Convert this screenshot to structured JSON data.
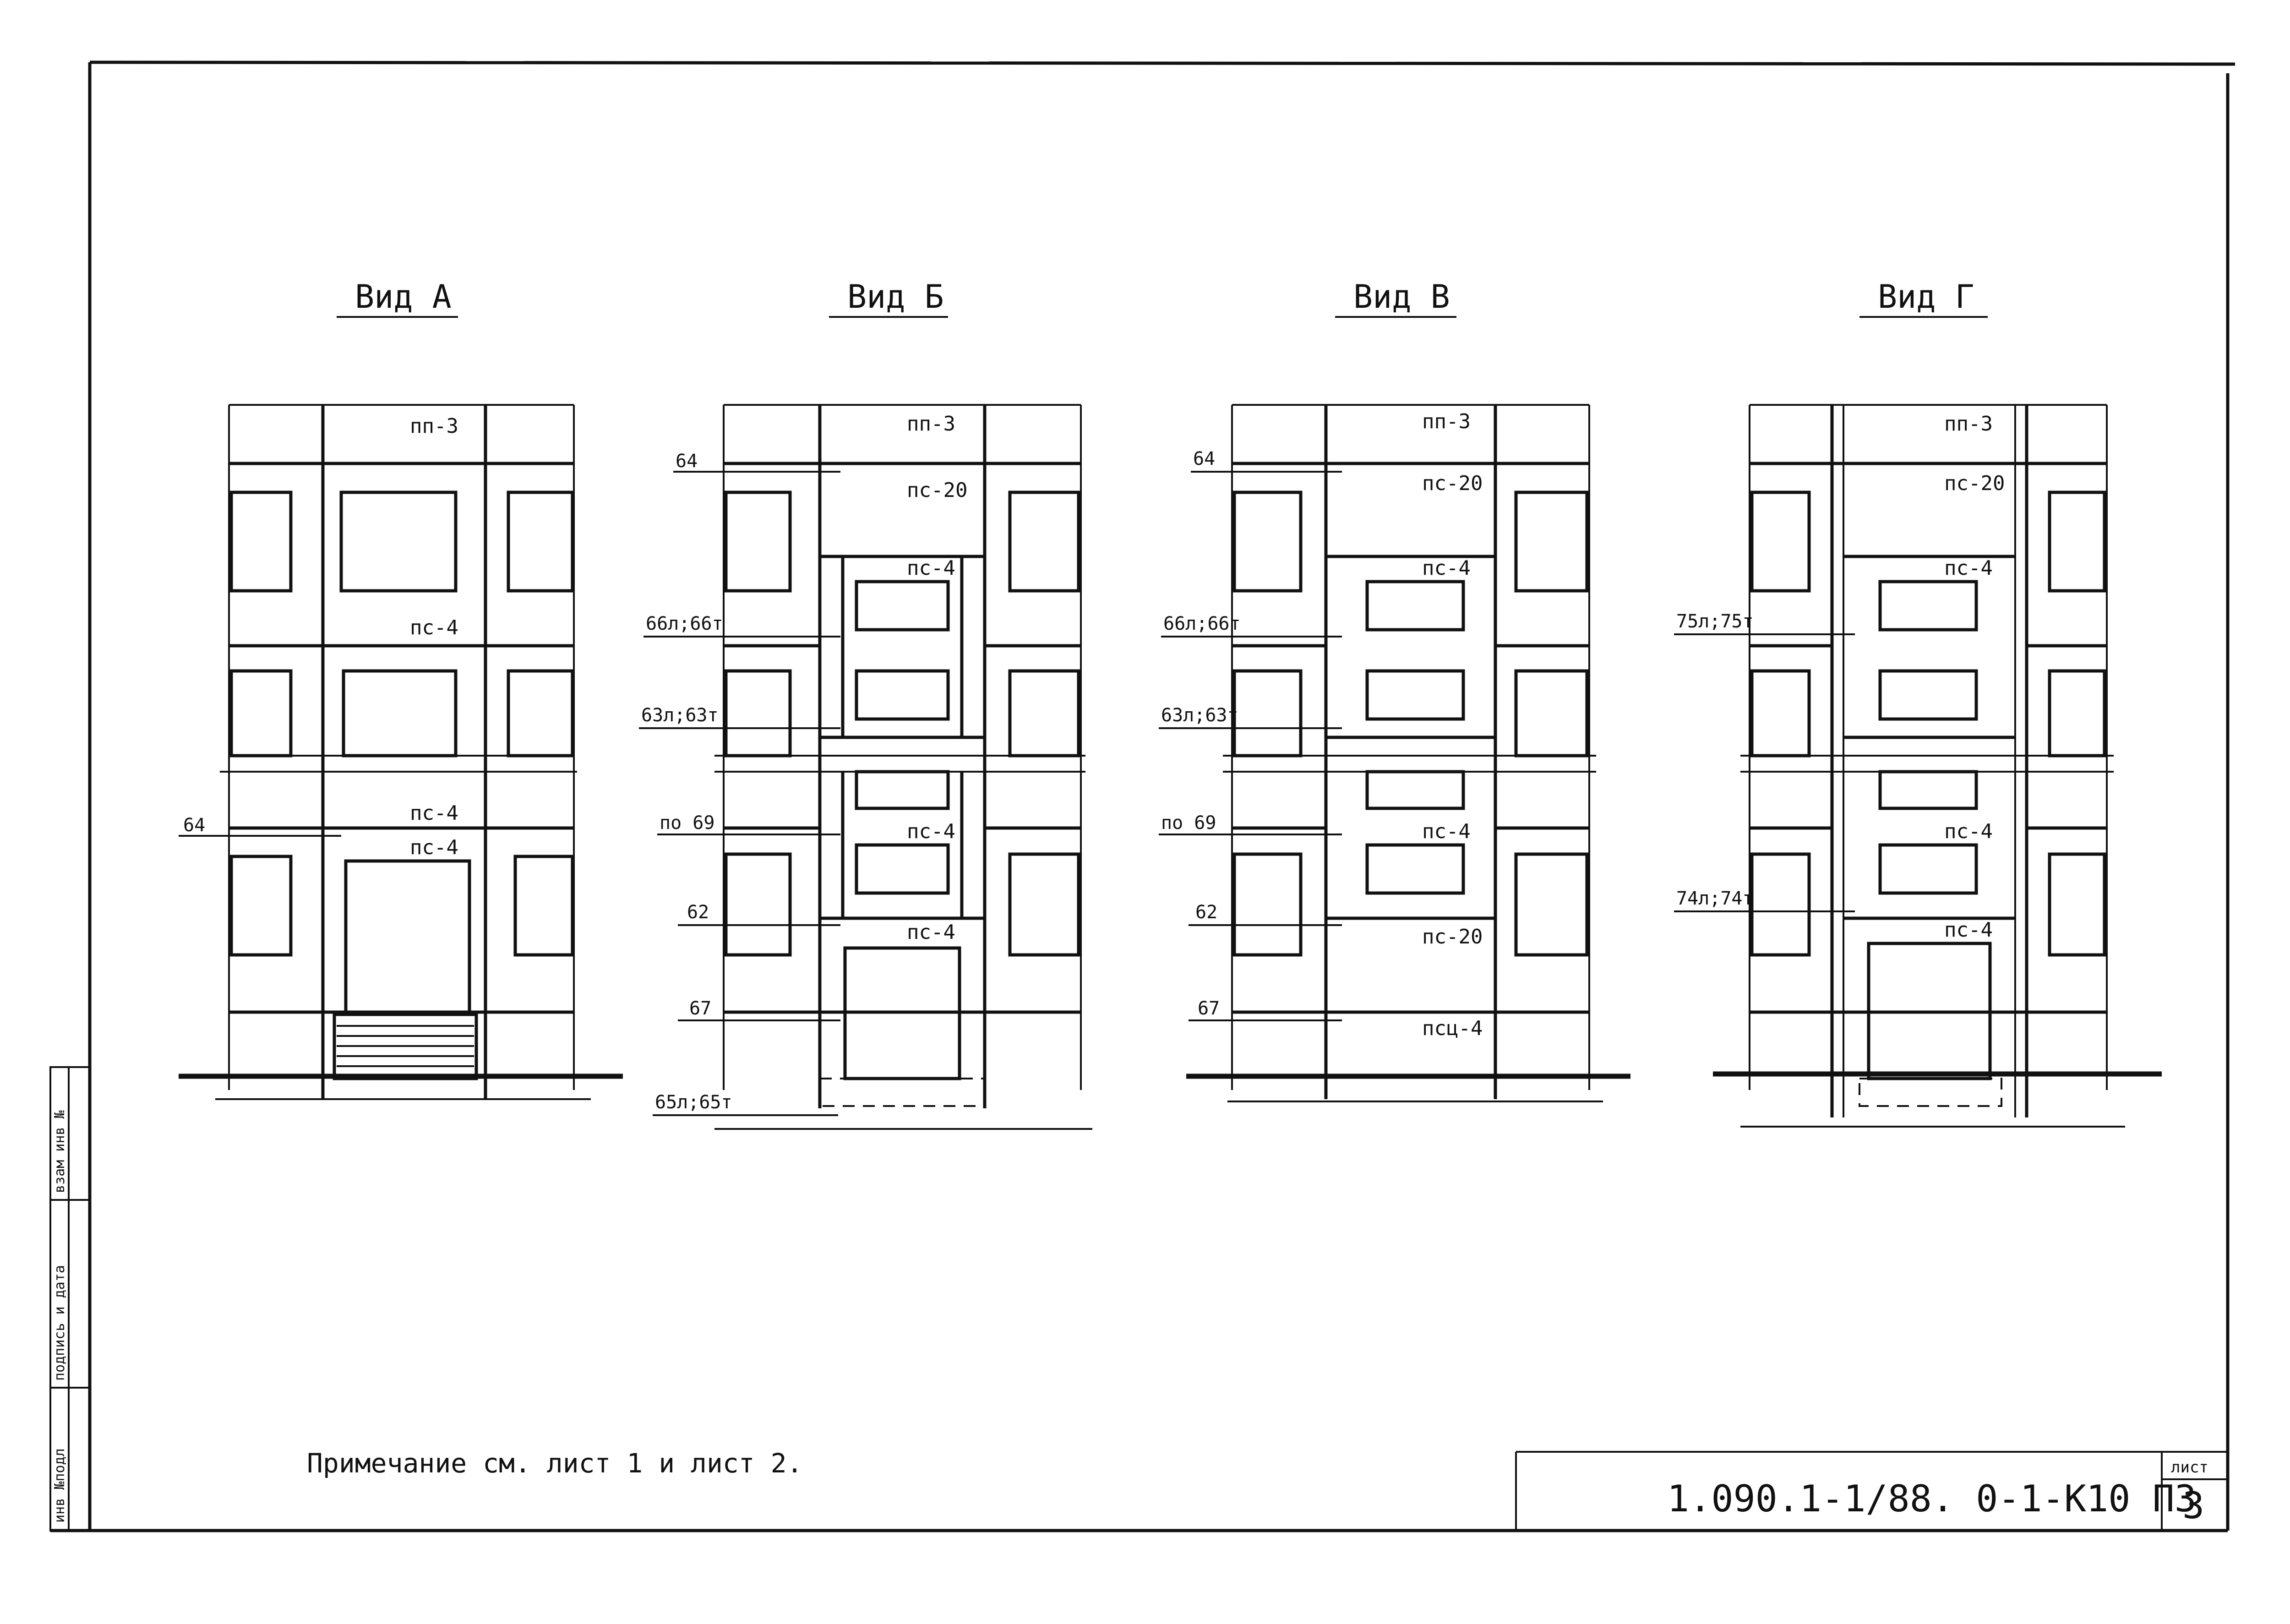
{
  "views": [
    {
      "title": "Вид А",
      "panel_labels": [
        "пп-3",
        "пс-4",
        "пс-4",
        "пс-4"
      ],
      "leader_labels": [
        "64"
      ]
    },
    {
      "title": "Вид Б",
      "panel_labels": [
        "пп-3",
        "пс-20",
        "пс-4",
        "пс-4",
        "пс-4"
      ],
      "leader_labels": [
        "64",
        "66л;66т",
        "63л;63т",
        "по 69",
        "62",
        "67",
        "65л;65т"
      ]
    },
    {
      "title": "Вид В",
      "panel_labels": [
        "пп-3",
        "пс-20",
        "пс-4",
        "пс-4",
        "пс-20",
        "псц-4"
      ],
      "leader_labels": [
        "64",
        "66л;66т",
        "63л;63т",
        "по 69",
        "62",
        "67"
      ]
    },
    {
      "title": "Вид Г",
      "panel_labels": [
        "пп-3",
        "пс-20",
        "пс-4",
        "пс-4",
        "пс-4"
      ],
      "leader_labels": [
        "75л;75т",
        "74л;74т"
      ]
    }
  ],
  "note": "Примечание см. лист 1 и лист 2.",
  "title_block": {
    "document_code": "1.090.1-1/88. 0-1-К10 ПЗ",
    "sheet_label": "лист",
    "sheet_number": "3"
  },
  "side_stamp": [
    "инв №подл",
    "подпись и дата",
    "взам инв №"
  ]
}
